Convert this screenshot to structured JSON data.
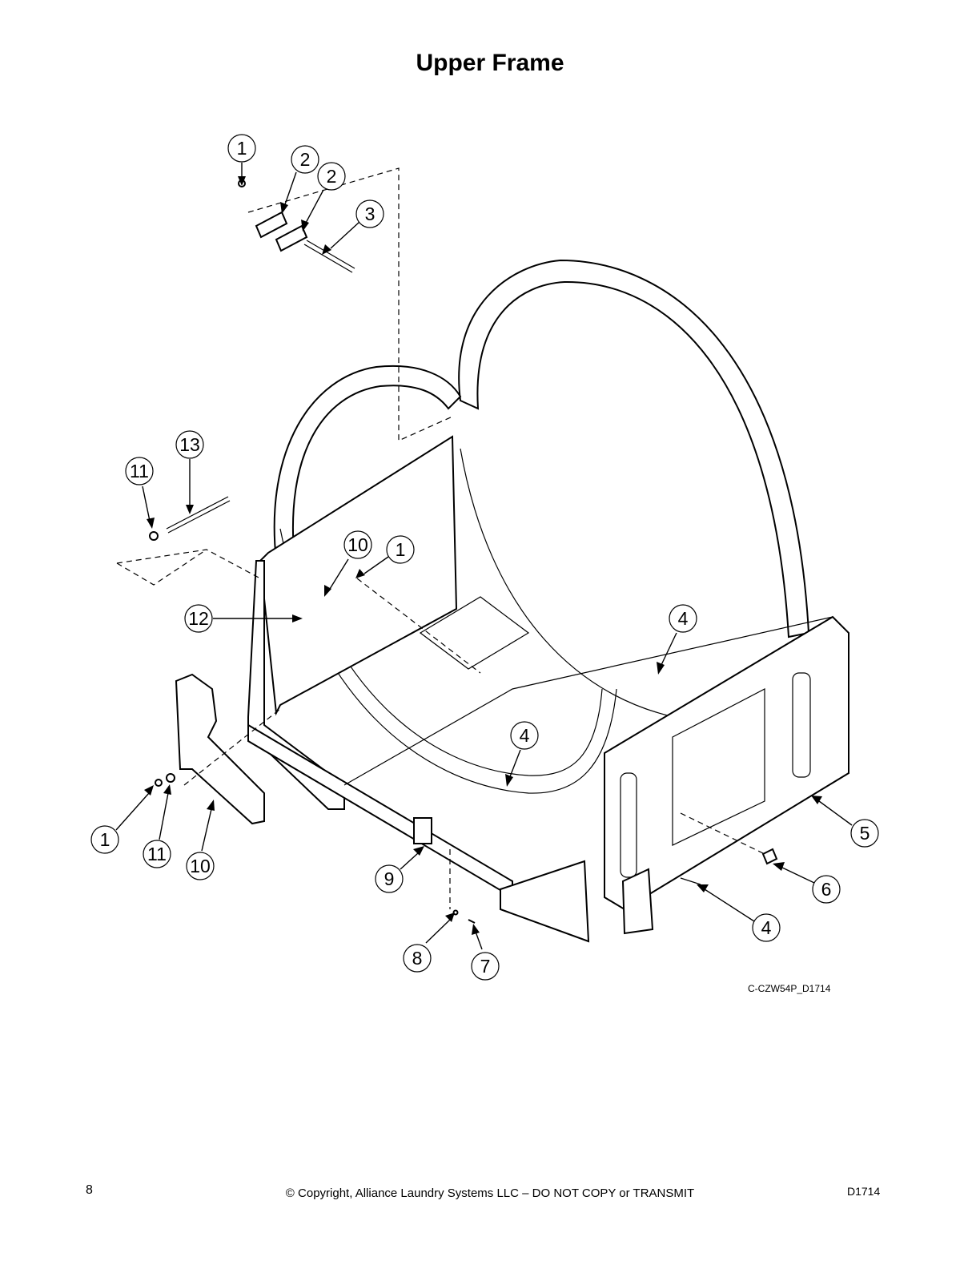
{
  "title": "Upper Frame",
  "drawing_id": "C-CZW54P_D1714",
  "footer": {
    "page_number": "8",
    "copyright": "© Copyright, Alliance Laundry Systems LLC – DO NOT COPY or TRANSMIT",
    "doc_code": "D1714"
  },
  "callouts": [
    "1",
    "2",
    "2",
    "3",
    "13",
    "11",
    "10",
    "1",
    "12",
    "4",
    "4",
    "5",
    "6",
    "4",
    "9",
    "8",
    "7",
    "1",
    "11",
    "10"
  ]
}
